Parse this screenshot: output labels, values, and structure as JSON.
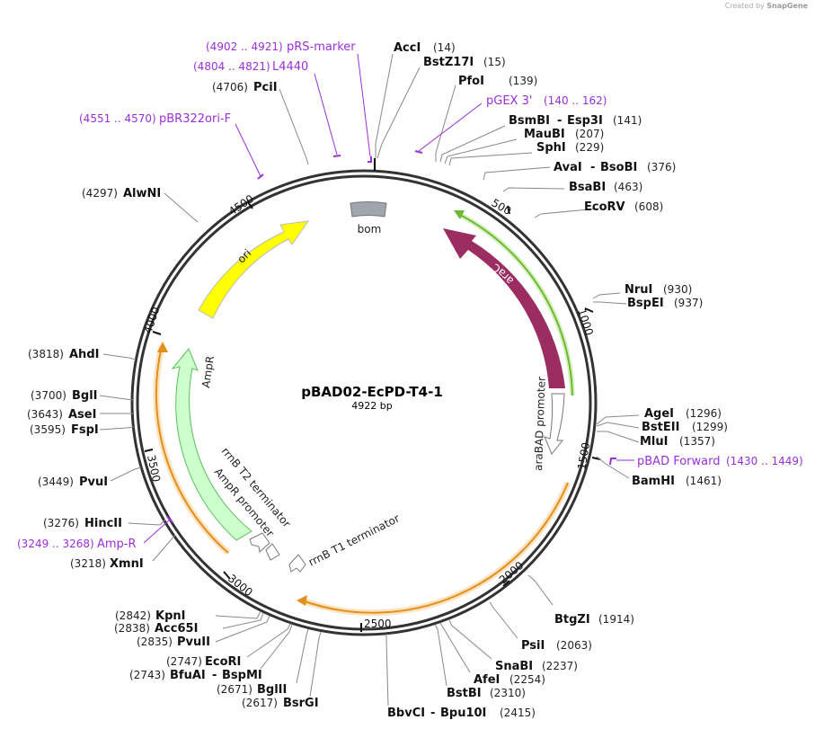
{
  "credit": {
    "prefix": "Created by",
    "brand": "SnapGene"
  },
  "plasmid": {
    "name": "pBAD02-EcPD-T4-1",
    "size_label": "4922 bp"
  },
  "ticks": [
    "500",
    "1000",
    "1500",
    "2000",
    "2500",
    "3000",
    "3500",
    "4000",
    "4500"
  ],
  "features": {
    "bom": "bom",
    "araC": "araC",
    "ori": "ori",
    "AmpR": "AmpR",
    "araBAD_promoter": "araBAD promoter",
    "rrnB_T2": "rrnB T2 terminator",
    "AmpR_promoter": "AmpR promoter",
    "rrnB_T1": "rrnB T1 terminator"
  },
  "sites": [
    {
      "name": "AccI",
      "num": "(14)"
    },
    {
      "name": "BstZ17I",
      "num": "(15)"
    },
    {
      "name": "PfoI",
      "num": "(139)"
    },
    {
      "name": "BsmBI",
      "name2": "Esp3I",
      "num": "(141)"
    },
    {
      "name": "MauBI",
      "num": "(207)"
    },
    {
      "name": "SphI",
      "num": "(229)"
    },
    {
      "name": "AvaI",
      "name2": "BsoBI",
      "num": "(376)"
    },
    {
      "name": "BsaBI",
      "num": "(463)"
    },
    {
      "name": "EcoRV",
      "num": "(608)"
    },
    {
      "name": "NruI",
      "num": "(930)"
    },
    {
      "name": "BspEI",
      "num": "(937)"
    },
    {
      "name": "AgeI",
      "num": "(1296)"
    },
    {
      "name": "BstEII",
      "num": "(1299)"
    },
    {
      "name": "MluI",
      "num": "(1357)"
    },
    {
      "name": "BamHI",
      "num": "(1461)"
    },
    {
      "name": "BtgZI",
      "num": "(1914)"
    },
    {
      "name": "PsiI",
      "num": "(2063)"
    },
    {
      "name": "SnaBI",
      "num": "(2237)"
    },
    {
      "name": "AfeI",
      "num": "(2254)"
    },
    {
      "name": "BstBI",
      "num": "(2310)"
    },
    {
      "name": "BbvCI",
      "name2": "Bpu10I",
      "num": "(2415)"
    },
    {
      "name": "BsrGI",
      "num": "(2617)"
    },
    {
      "name": "BglII",
      "num": "(2671)"
    },
    {
      "name": "BfuAI",
      "name2": "BspMI",
      "num": "(2743)"
    },
    {
      "name": "EcoRI",
      "num": "(2747)"
    },
    {
      "name": "PvuII",
      "num": "(2835)"
    },
    {
      "name": "Acc65I",
      "num": "(2838)"
    },
    {
      "name": "KpnI",
      "num": "(2842)"
    },
    {
      "name": "XmnI",
      "num": "(3218)"
    },
    {
      "name": "HincII",
      "num": "(3276)"
    },
    {
      "name": "PvuI",
      "num": "(3449)"
    },
    {
      "name": "FspI",
      "num": "(3595)"
    },
    {
      "name": "AseI",
      "num": "(3643)"
    },
    {
      "name": "BglI",
      "num": "(3700)"
    },
    {
      "name": "AhdI",
      "num": "(3818)"
    },
    {
      "name": "AlwNI",
      "num": "(4297)"
    },
    {
      "name": "PciI",
      "num": "(4706)"
    }
  ],
  "primers": [
    {
      "name": "pRS-marker",
      "range": "(4902 .. 4921)"
    },
    {
      "name": "L4440",
      "range": "(4804 .. 4821)"
    },
    {
      "name": "pBR322ori-F",
      "range": "(4551 .. 4570)"
    },
    {
      "name": "pGEX 3'",
      "range": "(140 .. 162)"
    },
    {
      "name": "pBAD Forward",
      "range": "(1430 .. 1449)"
    },
    {
      "name": "Amp-R",
      "range": "(3249 .. 3268)"
    }
  ],
  "colors": {
    "backbone": "#333333",
    "araC": "#9b2d63",
    "ori": "#ffff00",
    "AmpR": "#ccffcc",
    "bom": "#a0a6ae",
    "primer": "#9b30d9",
    "orf_orange": "#f5a623",
    "orf_green": "#7ac943"
  }
}
